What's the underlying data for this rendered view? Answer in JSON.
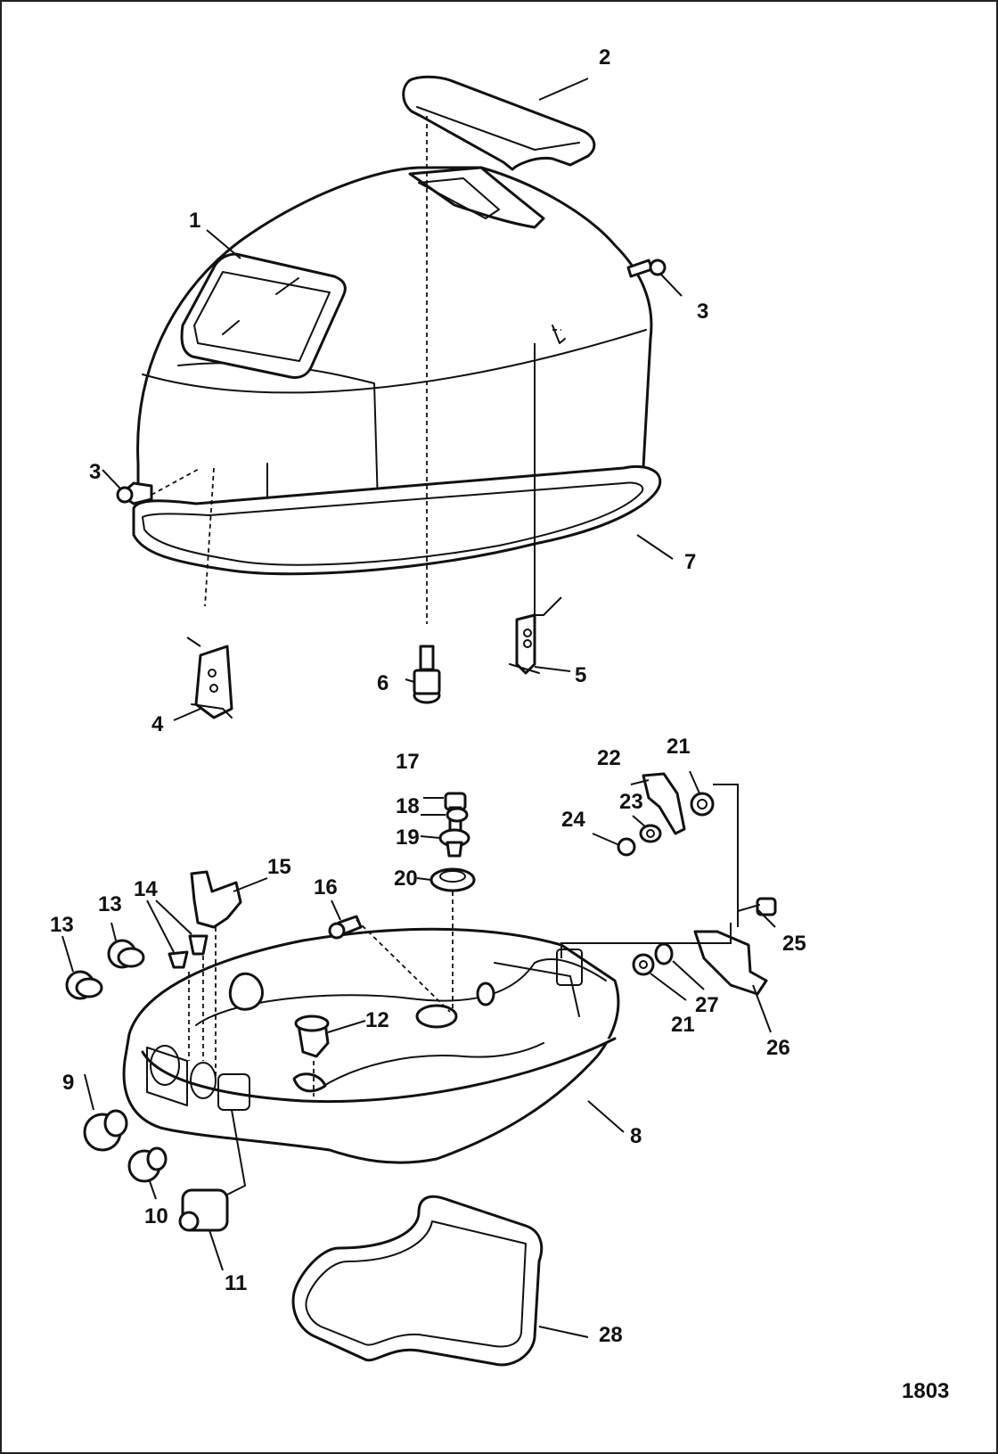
{
  "figure_number": "1803",
  "callouts": {
    "c1": "1",
    "c2": "2",
    "c3a": "3",
    "c3b": "3",
    "c4": "4",
    "c5": "5",
    "c6": "6",
    "c7": "7",
    "c8": "8",
    "c9": "9",
    "c10": "10",
    "c11": "11",
    "c12": "12",
    "c13a": "13",
    "c13b": "13",
    "c14": "14",
    "c15": "15",
    "c16": "16",
    "c17": "17",
    "c18": "18",
    "c19": "19",
    "c20": "20",
    "c21a": "21",
    "c21b": "21",
    "c22": "22",
    "c23": "23",
    "c24": "24",
    "c25": "25",
    "c26": "26",
    "c27": "27",
    "c28": "28"
  }
}
